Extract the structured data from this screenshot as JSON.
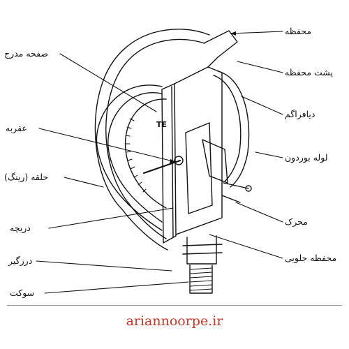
{
  "labels_right": {
    "casing": "محفظه",
    "casing_back": "پشت محفظه",
    "diaphragm": "دیافراگم",
    "bourdon_tube": "لوله بوردون",
    "movement": "محرک",
    "front_casing": "محفظه جلویی"
  },
  "labels_left": {
    "dial": "صفحه مدرج",
    "pointer": "عقربه",
    "ring": "حلقه (رینگ)",
    "window": "دریچه",
    "gasket": "درزگیر",
    "socket": "سوکت"
  },
  "dial_mark": "TE",
  "footer": {
    "website": "ariannoorpe.ir"
  }
}
